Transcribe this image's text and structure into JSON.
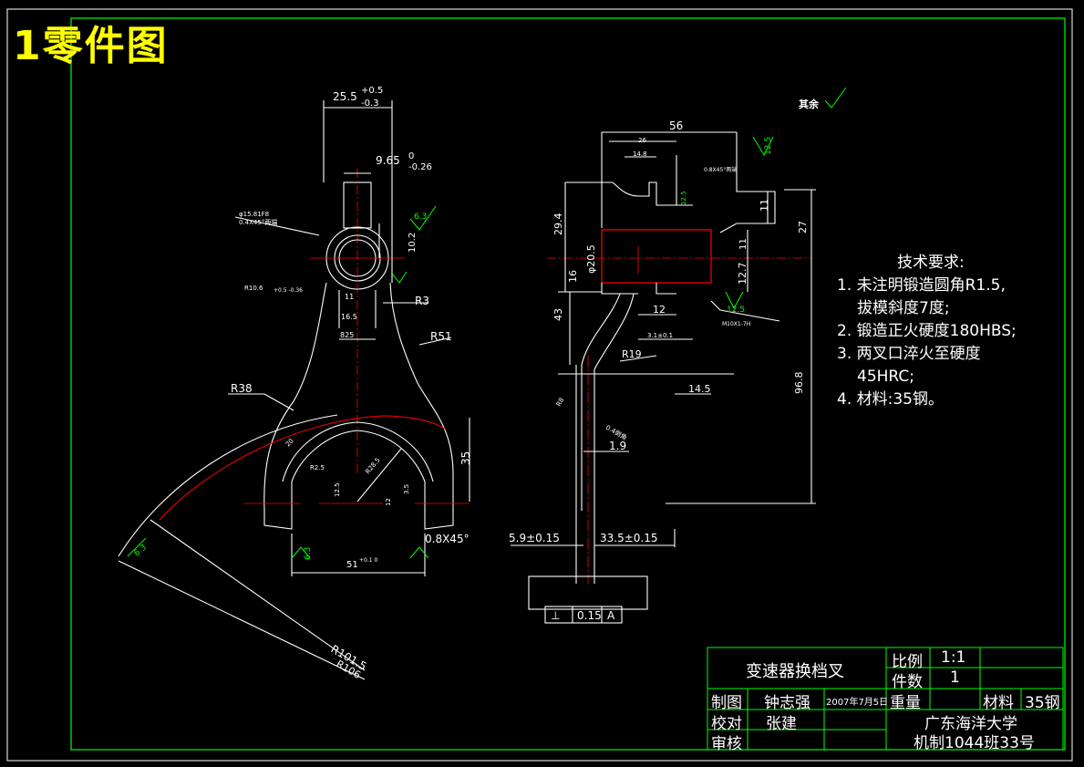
{
  "sheet_title": "1零件图",
  "roughness_note": {
    "label": "其余"
  },
  "tech_requirements": {
    "heading": "技术要求:",
    "lines": [
      "1. 未注明锻造圆角R1.5,",
      "   拔模斜度7度;",
      "2. 锻造正火硬度180HBS;",
      "3. 两叉口淬火至硬度",
      "   45HRC;",
      "4. 材料:35钢。"
    ]
  },
  "title_block": {
    "part_name": "变速器换档叉",
    "scale_label": "比例",
    "scale_value": "1:1",
    "qty_label": "件数",
    "qty_value": "1",
    "drawn_label": "制图",
    "drawn_by": "钟志强",
    "date": "2007年7月5日",
    "weight_label": "重量",
    "material_label": "材料",
    "material_value": "35钢",
    "checked_label": "校对",
    "checked_by": "张建",
    "approved_label": "审核",
    "school": "广东海洋大学",
    "class_info": "机制1044班33号"
  },
  "dimensions": {
    "d_width_top": "25.5",
    "d_width_top_tol_up": "+0.5",
    "d_width_top_tol_dn": "-0.3",
    "d_slot": "9.65",
    "d_slot_tol_up": "0",
    "d_slot_tol_dn": "-0.26",
    "d_hole": "φ15.81F8",
    "d_chamfer_hole": "0.4X45°两端",
    "d_10_2": "10.2",
    "d_r10": "R10.6",
    "d_r10_tol": "+0.5 -0.36",
    "d_r3": "R3",
    "d_11": "11",
    "d_16_5": "16.5",
    "d_825": "825",
    "d_r51": "R51",
    "d_r38": "R38",
    "d_35": "35",
    "d_r2_5": "R2.5",
    "d_12_5a": "12.5",
    "d_3_5": "3.5",
    "d_12": "12",
    "d_r28": "R28.5",
    "d_20": "20",
    "d_51": "51",
    "d_51_tol": "+0.1 0",
    "d_ch08": "0.8X45°",
    "d_r101": "R101.5",
    "d_r106": "R106",
    "d_56": "56",
    "d_26": "26",
    "d_14_8": "14.8",
    "d_ch_note": "0.8X45°两端",
    "d_29_4": "29.4",
    "d_11b": "11",
    "d_27": "27",
    "d_phi20_5": "φ20.5",
    "d_16": "16",
    "d_12_7": "12.7",
    "d_11_2": "11",
    "d_43": "43",
    "d_12b": "12",
    "d_m10": "M10X1-7H",
    "d_3_1": "3.1±0.1",
    "d_r19": "R19",
    "d_14_5": "14.5",
    "d_96_8": "96.8",
    "d_r8": "R8",
    "d_ch04": "0.4倒角",
    "d_1_9": "1.9",
    "d_5_9": "5.9±0.15",
    "d_33_5": "33.5±0.15",
    "d_tol_val": "0.15",
    "d_datum": "A",
    "r_63a": "6.3",
    "r_63b": "6.3",
    "r_63c": "6.3",
    "r_125a": "12.5",
    "r_125b": "12.5",
    "r_125c": "12.5"
  },
  "colors": {
    "outline": "#ffffff",
    "frame": "#00ff00",
    "hidden": "#ff0000",
    "title": "#ffff00",
    "dim": "#ffffff"
  }
}
